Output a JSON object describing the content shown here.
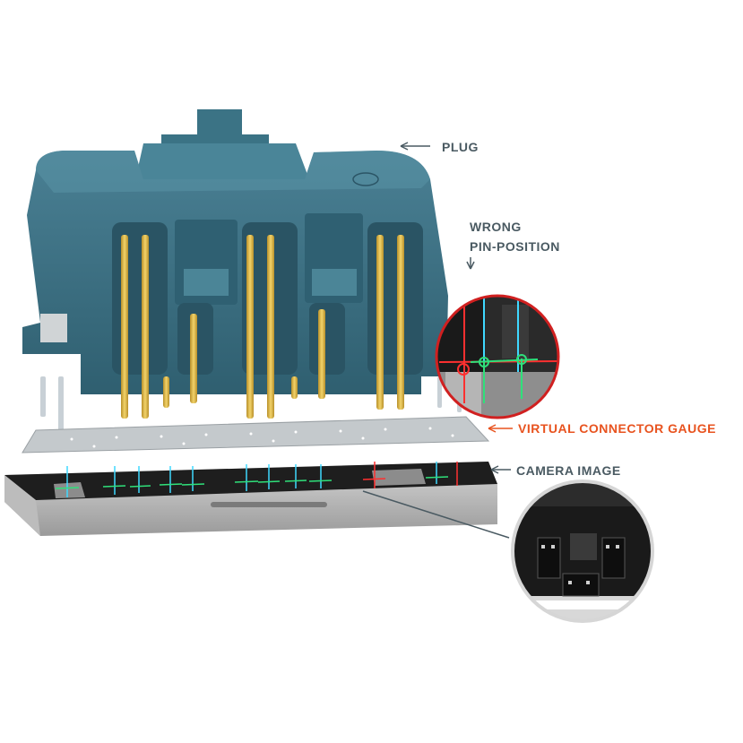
{
  "labels": {
    "plug": "PLUG",
    "wrong_line1": "WRONG",
    "wrong_line2": "PIN-POSITION",
    "gauge": "VIRTUAL CONNECTOR GAUGE",
    "camera": "CAMERA IMAGE"
  },
  "colors": {
    "plug_body": "#3a6e80",
    "plug_dark": "#2b5566",
    "plug_light": "#5a8fa0",
    "pin": "#e8c14a",
    "gauge": "#c4c9cc",
    "camera_frame": "#bdbdbd",
    "camera_dark": "#1a1a1a",
    "accent": "#e8531f",
    "label": "#4a5a62",
    "ring_red": "#d02020",
    "line_green": "#2fe07a",
    "line_cyan": "#3fd8ff",
    "line_red": "#ff3030"
  }
}
